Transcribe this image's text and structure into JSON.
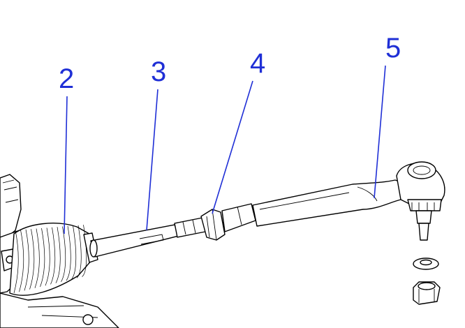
{
  "callouts": [
    {
      "id": "2",
      "label": "2"
    },
    {
      "id": "3",
      "label": "3"
    },
    {
      "id": "4",
      "label": "4"
    },
    {
      "id": "5",
      "label": "5"
    }
  ],
  "colors": {
    "callout": "#1f2fd6",
    "line": "#000000",
    "background": "#ffffff"
  }
}
